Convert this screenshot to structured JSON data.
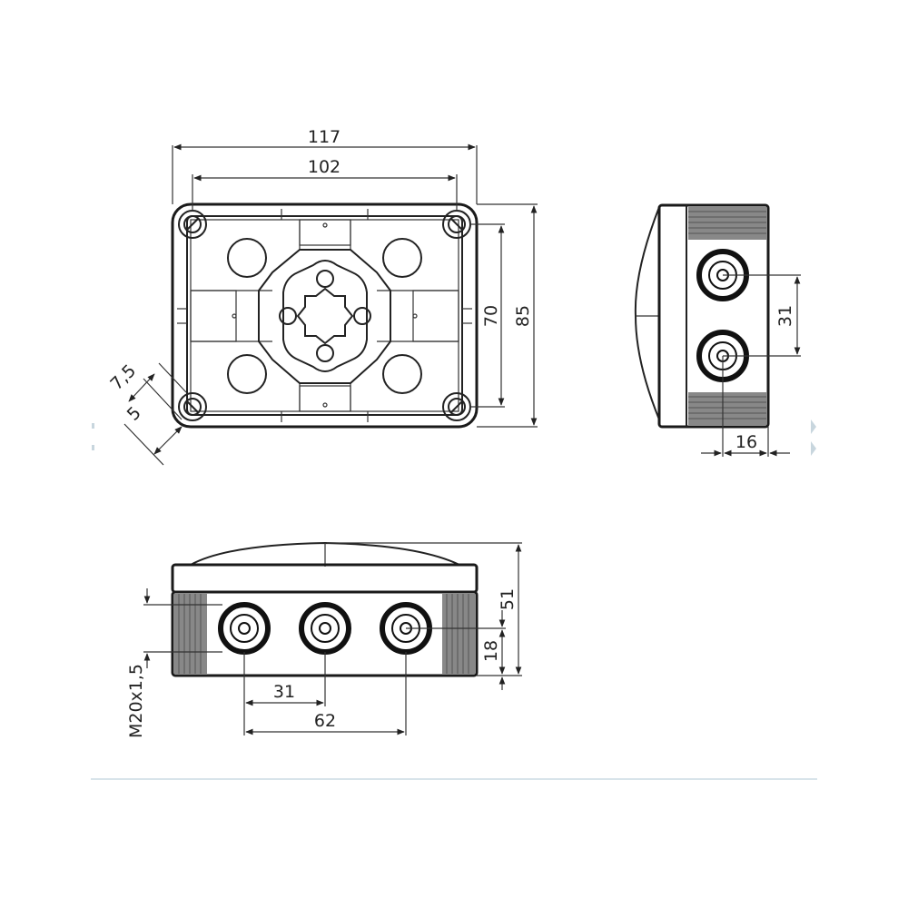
{
  "top_view": {
    "dim_overall_width": "117",
    "dim_screw_pitch_width": "102",
    "dim_screw_pitch_height": "70",
    "dim_overall_height": "85",
    "dim_corner_offset": "7,5",
    "dim_corner_radius": "5"
  },
  "side_view": {
    "dim_gland_pitch": "31",
    "dim_gland_depth": "16"
  },
  "front_view": {
    "dim_height": "51",
    "dim_gland_center": "18",
    "dim_thread": "M20x1,5",
    "dim_pitch_1": "31",
    "dim_pitch_2": "62"
  },
  "colors": {
    "line": "#222222",
    "background": "#ffffff",
    "separator": "#d8e4ea"
  }
}
